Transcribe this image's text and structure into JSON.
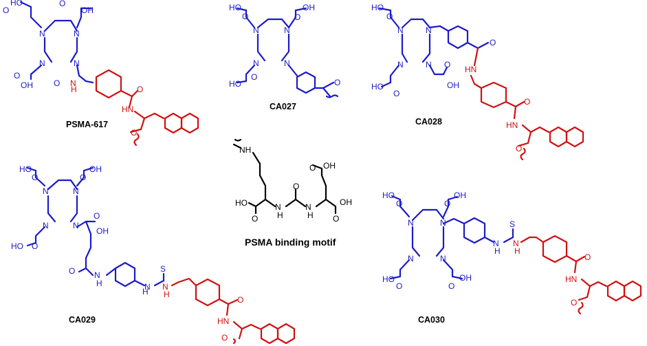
{
  "colors": {
    "chelator": "#1a1ac8",
    "linker": "#d01010",
    "motif": "#000000"
  },
  "atoms": {
    "oh": "OH",
    "ho": "HO",
    "o": "O",
    "n": "N",
    "nh": "NH",
    "hn": "HN",
    "h": "H",
    "s": "S"
  },
  "labels": {
    "psma617": "PSMA-617",
    "ca027": "CA027",
    "ca028": "CA028",
    "ca029": "CA029",
    "ca030": "CA030",
    "motif": "PSMA binding motif"
  }
}
